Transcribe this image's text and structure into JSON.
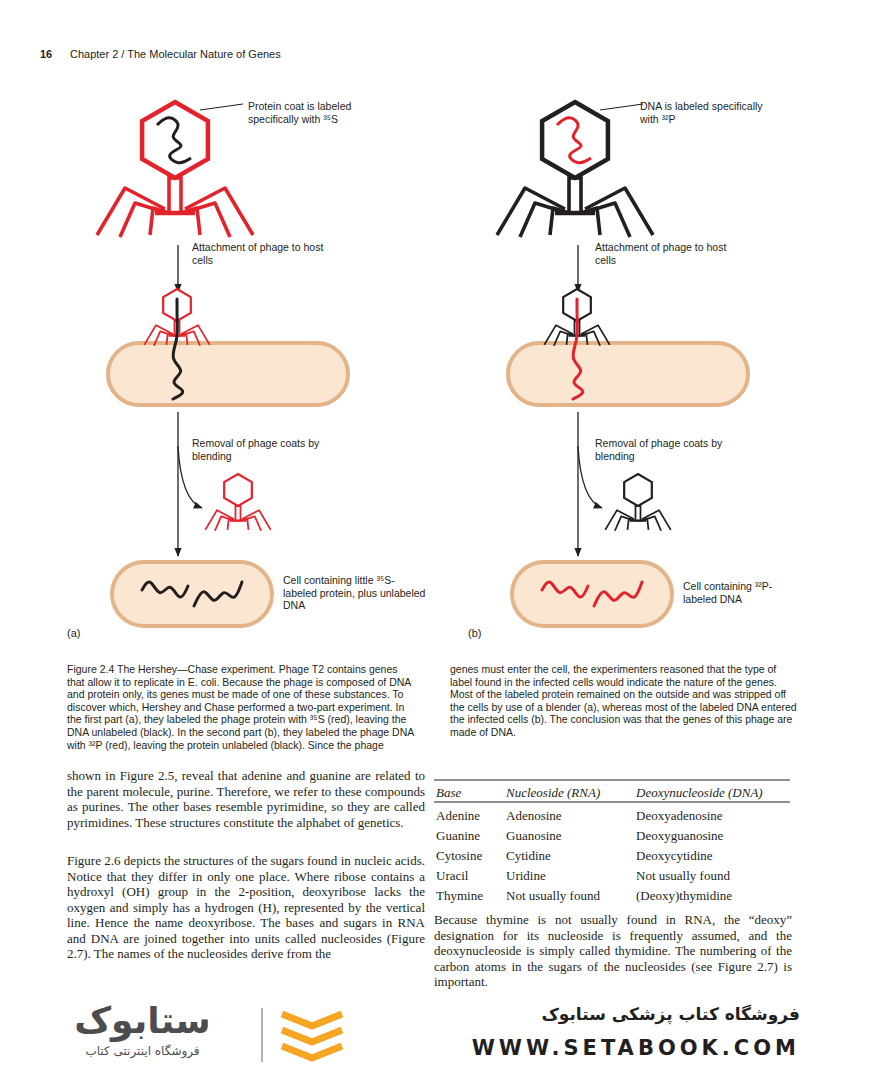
{
  "diagram": {
    "caption": "Figure 2.4 The Hershey—Chase experiment. Phage T2 contains genes that allow it to replicate in E. coli. Because the phage is composed of DNA and protein only, its genes must be made of one of these substances. To discover which, Hershey and Chase performed a two-part experiment. In the first part (a), they labeled the phage protein with ³⁵S (red), leaving the DNA unlabeled (black). In the second part (b), they labeled the phage DNA with ³²P (red), leaving the protein unlabeled (black). Since the phage genes must enter the cell, the experimenters reasoned that the type of label found in the infected cells would indicate the nature of the genes. Most of the labeled protein remained on the outside and was stripped off the cells by use of a blender (a), whereas most of the labeled DNA entered the infected cells (b). The conclusion was that the genes of this phage are made of DNA.",
    "labels": [
      "16",
      "Chapter 2 / The Molecular Nature of Genes",
      "Protein coat is labeled specifically with ³⁵S",
      "Attachment of phage to host cells",
      "Removal of phage coats by blending",
      "Cell containing little ³⁵S-labeled protein, plus unlabeled DNA",
      "(a)",
      "DNA is labeled specifically with ³²P",
      "Attachment of phage to host cells",
      "Removal of phage coats by blending",
      "Cell containing ³²P-labeled DNA",
      "(b)",
      "shown in Figure 2.5, reveal that adenine and guanine are related to the parent molecule, purine. Therefore, we refer to these compounds as purines. The other bases resemble pyrimidine, so they are called pyrimidines. These structures constitute the alphabet of genetics.",
      "Figure 2.6 depicts the structures of the sugars found in nucleic acids. Notice that they differ in only one place. Where ribose contains a hydroxyl (OH) group in the 2-position, deoxyribose lacks the oxygen and simply has a hydrogen (H), represented by the vertical line. Hence the name deoxyribose. The bases and sugars in RNA and DNA are joined together into units called nucleosides (Figure 2.7). The names of the nucleosides derive from the",
      "Base",
      "Nucleoside (RNA)",
      "Deoxynucleoside (DNA)",
      "Adenine",
      "Adenosine",
      "Deoxyadenosine",
      "Guanine",
      "Guanosine",
      "Deoxyguanosine",
      "Cytosine",
      "Cytidine",
      "Deoxycytidine",
      "Uracil",
      "Uridine",
      "Not usually found",
      "Thymine",
      "Not usually found",
      "(Deoxy)thymidine",
      "Because thymine is not usually found in RNA, the “deoxy” designation for its nucleoside is frequently assumed, and the deoxynucleoside is simply called thymidine. The numbering of the carbon atoms in the sugars of the nucleosides (see Figure 2.7) is important.",
      "ستابوک",
      "فروشگاه اینترنتی کتاب",
      "فروشگاه کتاب پزشکی ستابوک",
      "WWW.SETABOOK.COM"
    ]
  }
}
